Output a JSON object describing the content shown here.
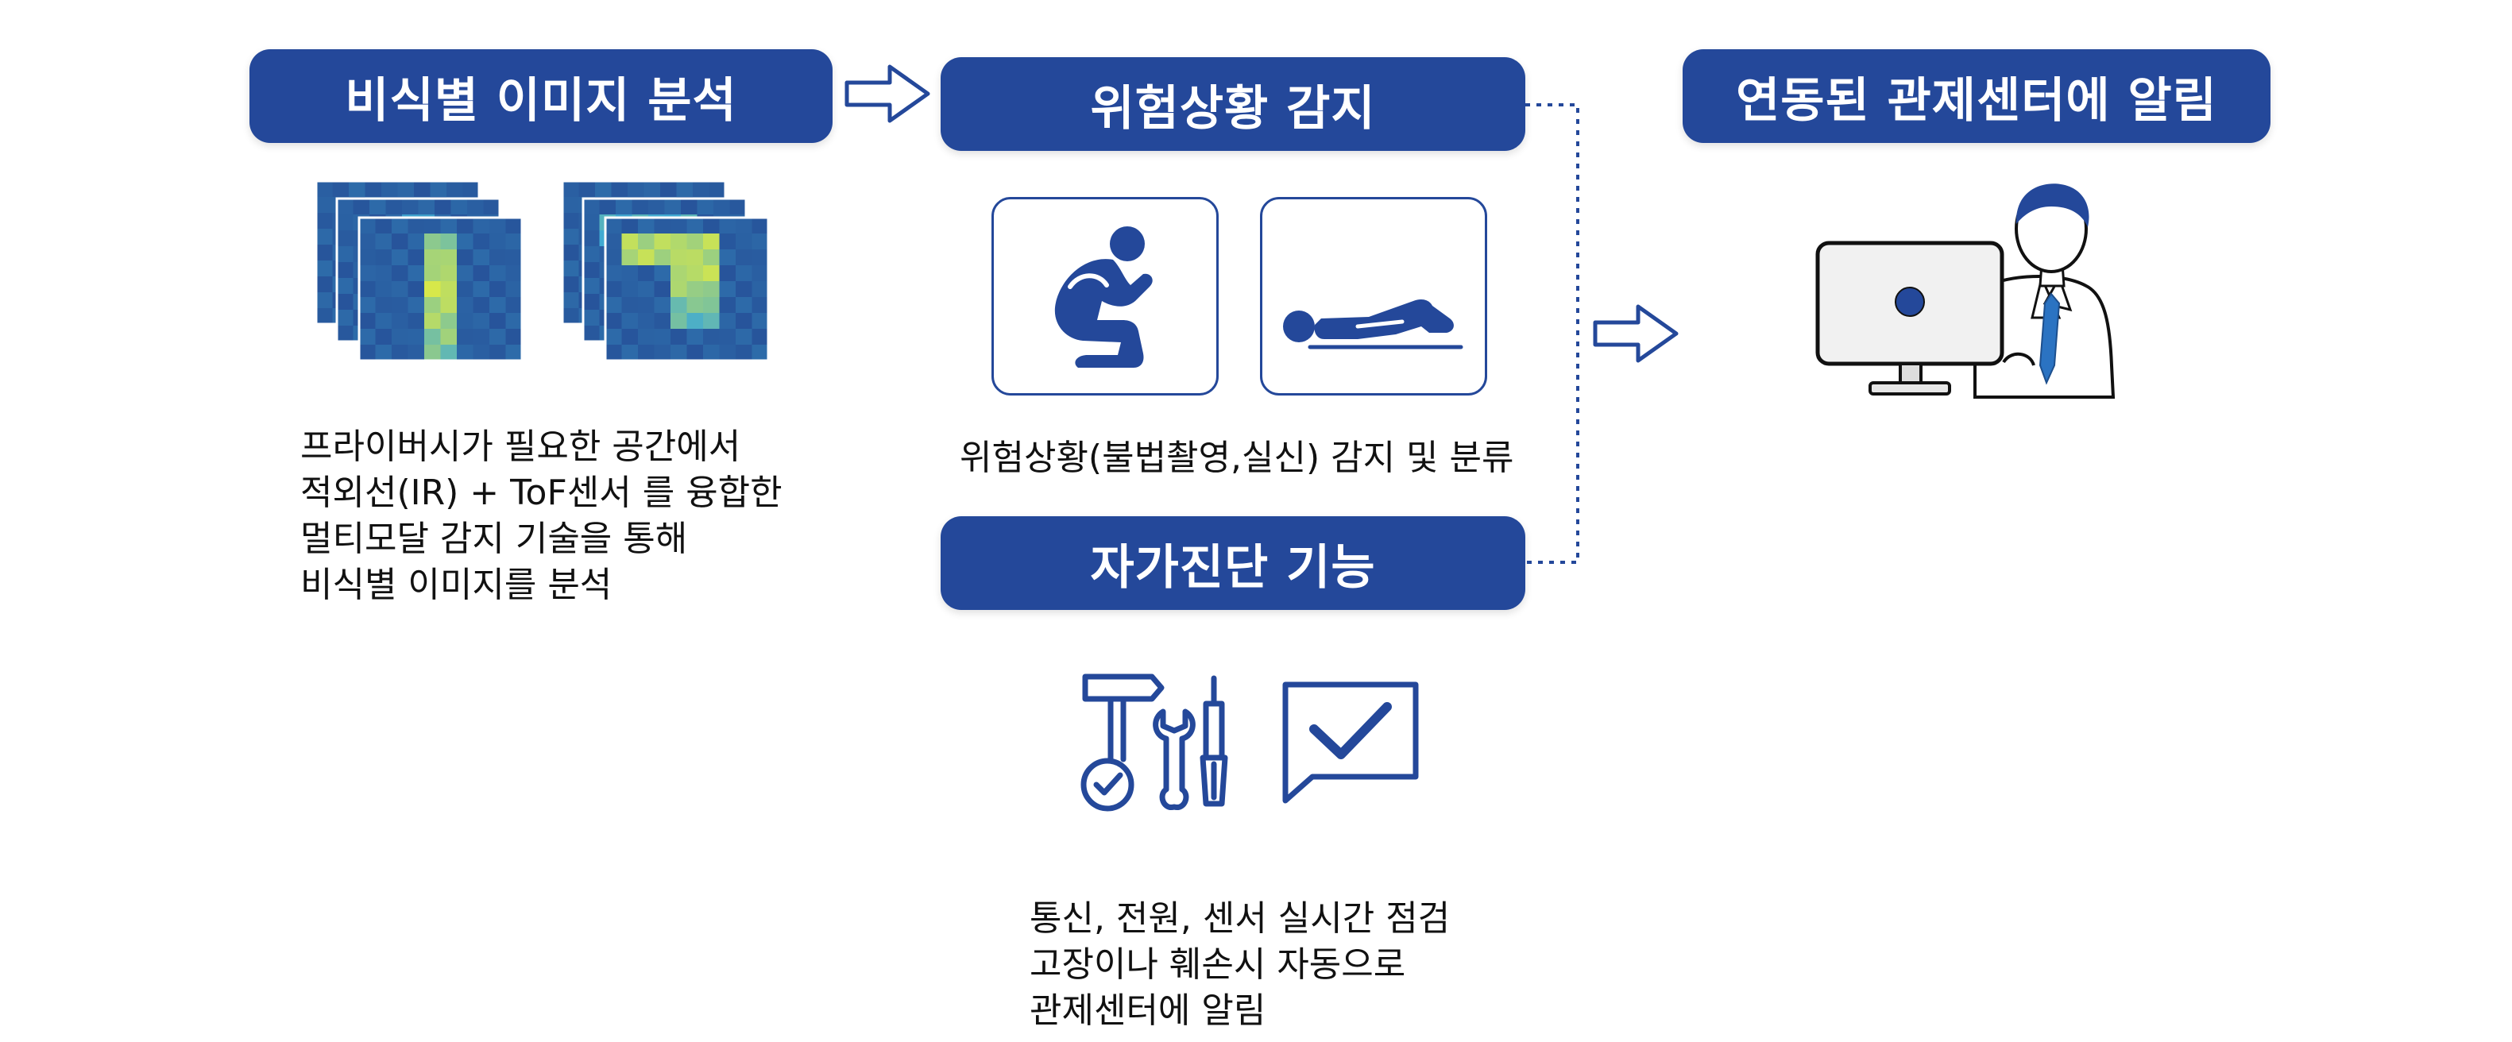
{
  "pills": {
    "analysis": "비식별 이미지 분석",
    "danger": "위험상황 감지",
    "center": "연동된 관제센터에 알림",
    "selfdiag": "자가진단 기능"
  },
  "analysis_description": [
    "프라이버시가 필요한 공간에서",
    "적외선(IR) + ToF센서 를 융합한",
    "멀티모달 감지 기술을 통해",
    "비식별 이미지를 분석"
  ],
  "danger_caption": "위험상황(불법촬영,실신) 감지 및 분류",
  "selfdiag_description": [
    "통신, 전원, 센서 실시간 점검",
    "고장이나 훼손시 자동으로",
    "관제센터에 알림"
  ],
  "icons": {
    "heatmap_1": "thermal-heatmap-icon",
    "heatmap_2": "thermal-heatmap-icon",
    "crouch": "crouching-person-icon",
    "lying": "lying-person-icon",
    "operator": "operator-at-monitor-icon",
    "tools": "repair-tools-icon",
    "check": "check-message-icon",
    "arrow": "arrow-right-icon"
  },
  "colors": {
    "primary": "#24489a",
    "heatmap_low": "#1f3a8a",
    "heatmap_high": "#d7e84a",
    "tie": "#2b73c2"
  }
}
